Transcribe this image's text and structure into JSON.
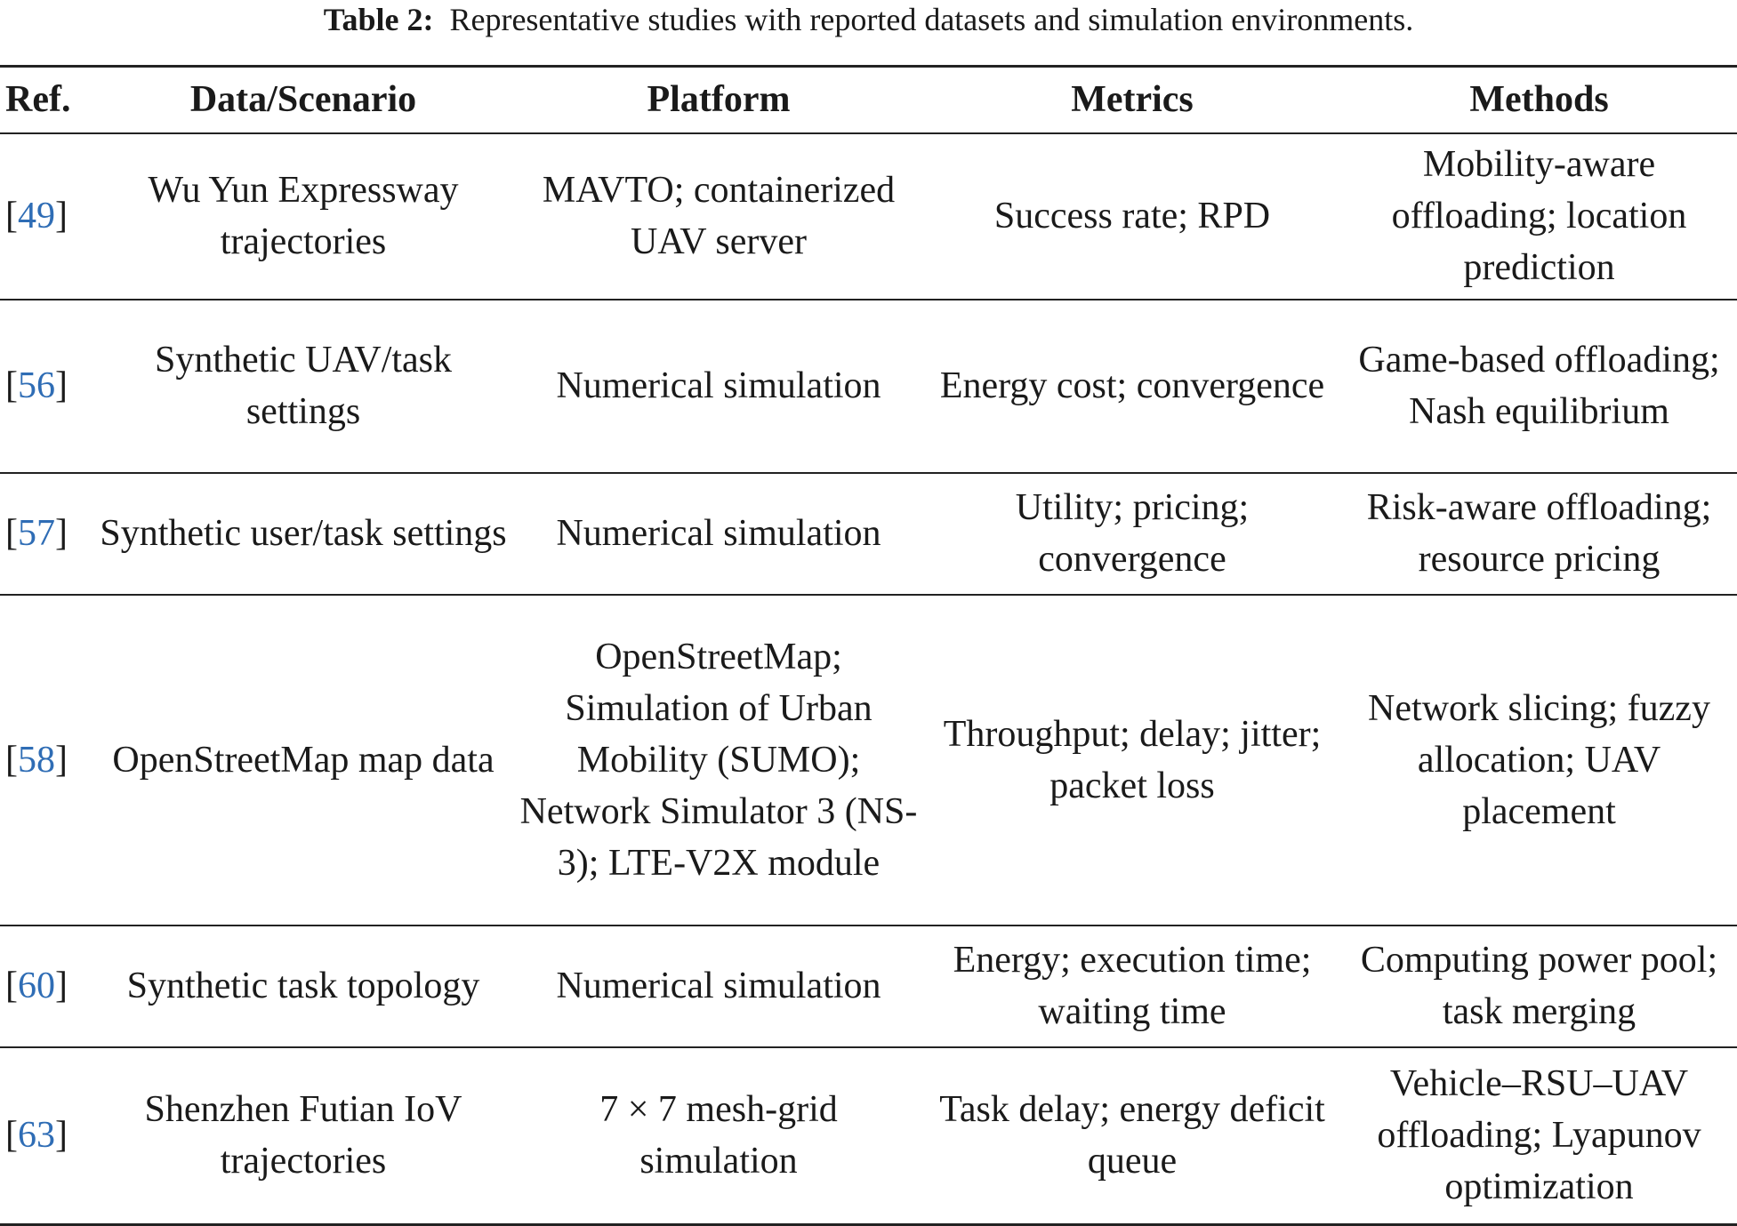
{
  "caption": {
    "label": "Table 2:",
    "text": "Representative studies with reported datasets and simulation environments."
  },
  "columns": [
    "Ref.",
    "Data/Scenario",
    "Platform",
    "Metrics",
    "Methods"
  ],
  "rows": [
    {
      "ref": "49",
      "data": "Wu Yun Expressway trajectories",
      "platform": "MAVTO; containerized UAV server",
      "metrics": "Success rate; RPD",
      "methods": "Mobility-aware offloading; location prediction"
    },
    {
      "ref": "56",
      "data": "Synthetic UAV/task settings",
      "platform": "Numerical simulation",
      "metrics": "Energy cost; convergence",
      "methods": "Game-based offloading; Nash equilibrium"
    },
    {
      "ref": "57",
      "data": "Synthetic user/task settings",
      "platform": "Numerical simulation",
      "metrics": "Utility; pricing; convergence",
      "methods": "Risk-aware offloading; resource pricing"
    },
    {
      "ref": "58",
      "data": "OpenStreetMap map data",
      "platform": "OpenStreetMap; Simulation of Urban Mobility (SUMO); Network Simulator 3 (NS-3); LTE-V2X module",
      "metrics": "Throughput; delay; jitter; packet loss",
      "methods": "Network slicing; fuzzy allocation; UAV placement"
    },
    {
      "ref": "60",
      "data": "Synthetic task topology",
      "platform": "Numerical simulation",
      "metrics": "Energy; execution time; waiting time",
      "methods": "Computing power pool; task merging"
    },
    {
      "ref": "63",
      "data": "Shenzhen Futian IoV trajectories",
      "platform": "7 × 7 mesh-grid simulation",
      "metrics": "Task delay; energy deficit queue",
      "methods": "Vehicle–RSU–UAV offloading; Lyapunov optimization"
    }
  ]
}
